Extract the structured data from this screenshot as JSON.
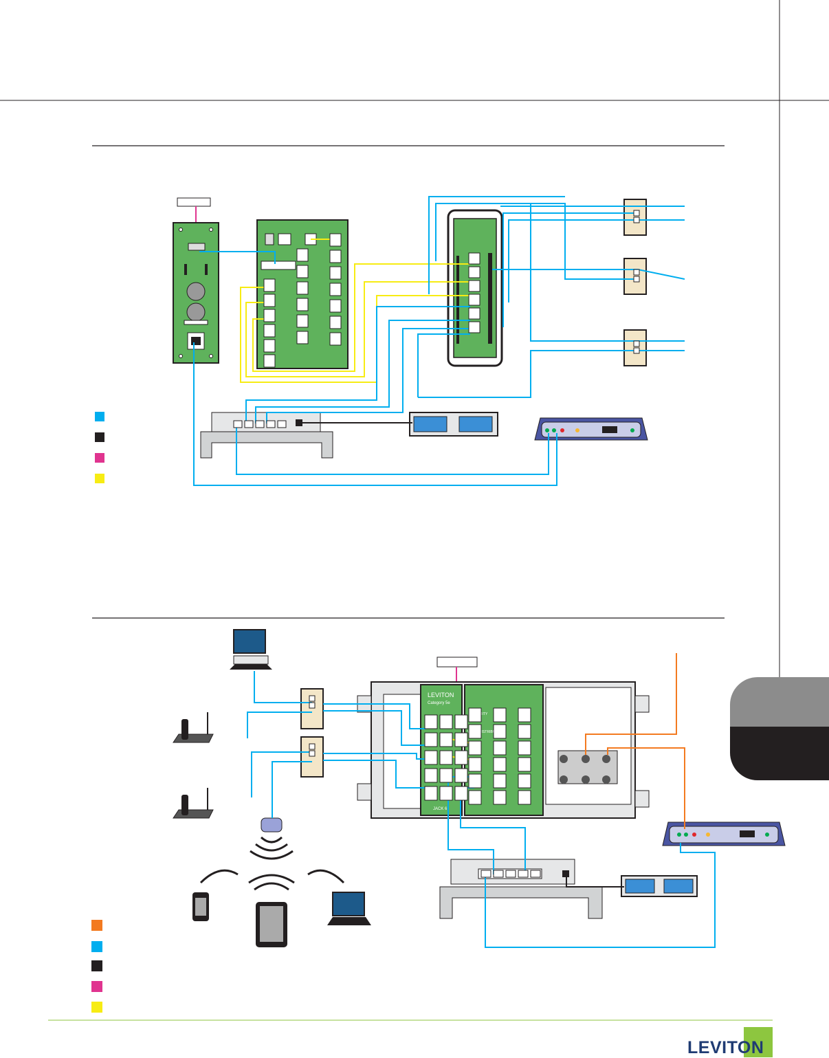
{
  "diagram_top": {
    "legend_colors": [
      "#00aeef",
      "#231f20",
      "#e0348f",
      "#f7ec13"
    ]
  },
  "diagram_bottom": {
    "legend_colors": [
      "#f37a20",
      "#00aeef",
      "#231f20",
      "#e0348f",
      "#f7ec13"
    ],
    "panel_brand": "LEVITON",
    "panel_cable_type": "Category 5e",
    "panel_jack_label": "JACK 6",
    "panel_security_label": "SECURITY",
    "panel_voice_label": "VOICE DISTRIBUTION"
  },
  "colors": {
    "cable_blue": "#00aeef",
    "cable_yellow": "#f7ec13",
    "cable_magenta": "#e0348f",
    "cable_orange": "#f37a20",
    "board_green": "#5fb25c",
    "wallplate": "#f3e6c8",
    "router": "#4a55a2",
    "tab_gray": "#8c8c8c",
    "tab_black": "#231f20"
  },
  "footer": {
    "logo_text": "LEVITON"
  }
}
